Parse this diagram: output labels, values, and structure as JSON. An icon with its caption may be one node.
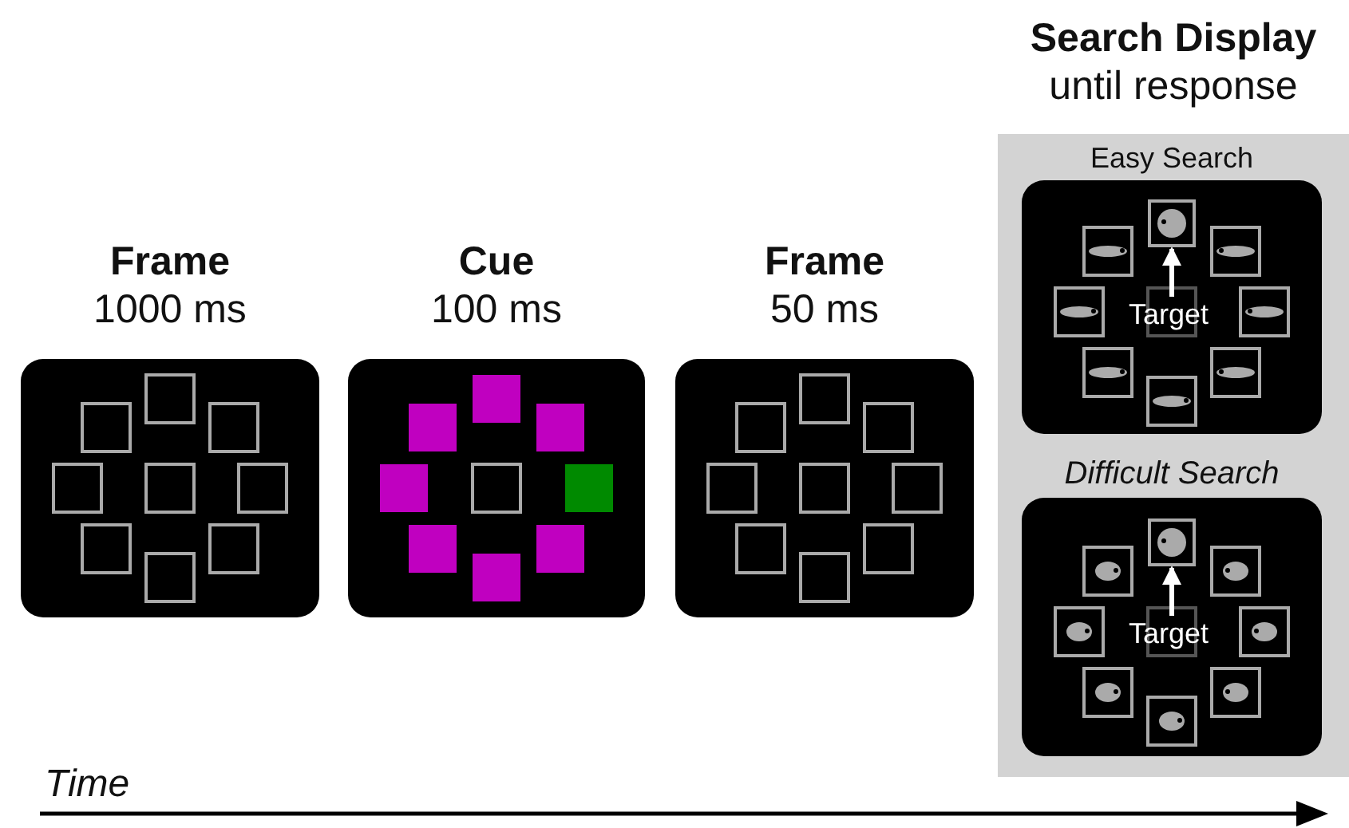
{
  "diagram": {
    "nodes": [
      {
        "text": [
          "Frame",
          "1000 ms"
        ]
      },
      {
        "text": [
          "Cue",
          "100 ms"
        ]
      },
      {
        "text": [
          "Frame",
          "50 ms"
        ]
      },
      {
        "text": [
          "Search Display",
          "until response"
        ]
      },
      {
        "text": [
          "Easy Search"
        ],
        "in": 3
      },
      {
        "text": [
          "Target"
        ],
        "in": 4
      },
      {
        "text": [],
        "shape": "box",
        "in": 4
      },
      {
        "text": [
          "Difficult Search"
        ],
        "in": 3
      },
      {
        "text": [
          "Target"
        ],
        "in": 7
      },
      {
        "text": [],
        "shape": "box",
        "in": 7
      }
    ],
    "edges": [
      {
        "from": 5,
        "to": 6,
        "arrow": "to"
      },
      {
        "from": 8,
        "to": 9,
        "arrow": "to"
      }
    ],
    "labels": [
      "Time"
    ]
  }
}
